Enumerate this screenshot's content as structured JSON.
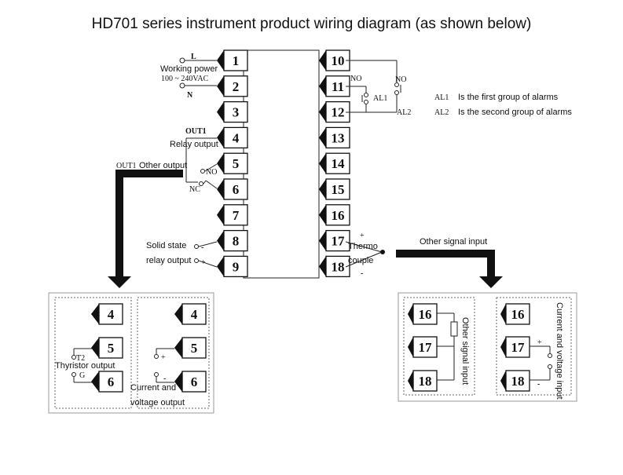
{
  "title": "HD701 series instrument product wiring diagram (as shown below)",
  "terminals_left": [
    "1",
    "2",
    "3",
    "4",
    "5",
    "6",
    "7",
    "8",
    "9"
  ],
  "terminals_right": [
    "10",
    "11",
    "12",
    "13",
    "14",
    "15",
    "16",
    "17",
    "18"
  ],
  "power": {
    "l": "L",
    "n": "N",
    "label1": "Working power",
    "label2": "100 ~ 240VAC"
  },
  "alarms": {
    "no1": "NO",
    "no2": "NO",
    "al1": "AL1",
    "al2": "AL2",
    "legend_al1_code": "AL1",
    "legend_al1_text": "Is the first group of alarms",
    "legend_al2_code": "AL2",
    "legend_al2_text": "Is the second group of alarms"
  },
  "out1": {
    "code": "OUT1",
    "relay_label": "Relay output",
    "other_code": "OUT1",
    "other_label": "Other output",
    "no": "NO",
    "nc": "NC"
  },
  "ssr": {
    "label1": "Solid state",
    "label2": "relay output",
    "minus": "-",
    "plus": "+"
  },
  "thermo": {
    "label1": "Thermo",
    "label2": "couple",
    "plus": "+",
    "minus": "-"
  },
  "other_signal_input": "Other signal input",
  "lower_left": {
    "t4a": "4",
    "t5a": "5",
    "t6a": "6",
    "t4b": "4",
    "t5b": "5",
    "t6b": "6",
    "t2": "T2",
    "g": "G",
    "thyristor_label": "Thyristor output",
    "plus": "+",
    "minus": "-",
    "cv_label1": "Current and",
    "cv_label2": "voltage output"
  },
  "lower_right": {
    "t16a": "16",
    "t17a": "17",
    "t18a": "18",
    "t16b": "16",
    "t17b": "17",
    "t18b": "18",
    "other_signal_vertical": "Other signal input",
    "cv_vertical": "Current and voltage input",
    "plus": "+",
    "minus": "-"
  }
}
